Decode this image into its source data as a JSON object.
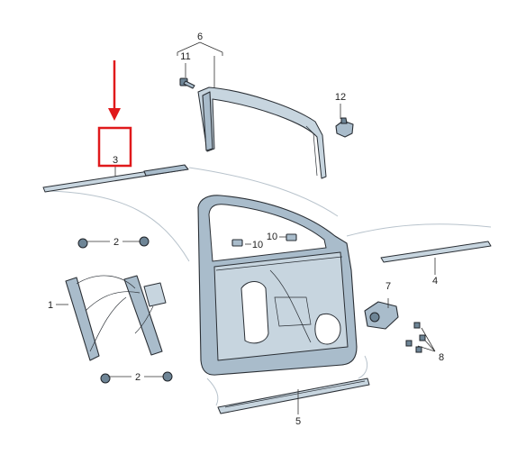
{
  "diagram": {
    "labels": {
      "1": "1",
      "2a": "2",
      "2b": "2",
      "3": "3",
      "4": "4",
      "5": "5",
      "6": "6",
      "7": "7",
      "8": "8",
      "10a": "10",
      "10b": "10",
      "11": "11",
      "12": "12"
    },
    "colors": {
      "part_fill": "#a9bccb",
      "highlight": "#e0191b",
      "outline": "#2a2f35"
    }
  }
}
